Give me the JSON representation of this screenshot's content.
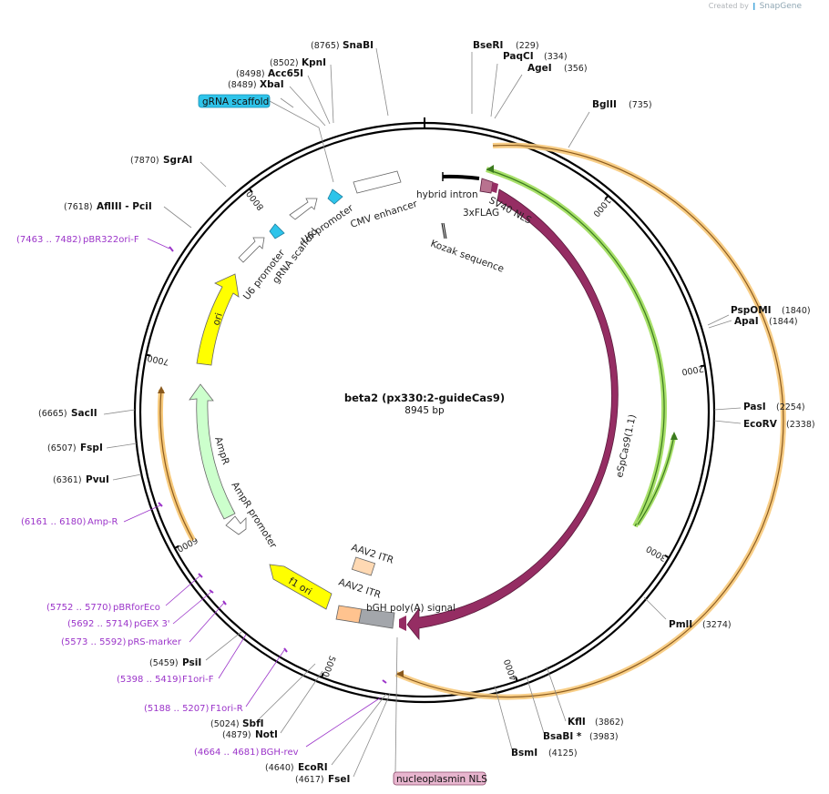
{
  "branding": {
    "prefix": "Created by",
    "name": "SnapGene"
  },
  "plasmid": {
    "name": "beta2 (px330:2-guideCas9)",
    "length": 8945,
    "size_label": "8945 bp"
  },
  "ticks": [
    {
      "bp": 1000,
      "label": "1000"
    },
    {
      "bp": 2000,
      "label": "2000"
    },
    {
      "bp": 3000,
      "label": "3000"
    },
    {
      "bp": 4000,
      "label": "4000"
    },
    {
      "bp": 5000,
      "label": "5000"
    },
    {
      "bp": 6000,
      "label": "6000"
    },
    {
      "bp": 7000,
      "label": "7000"
    },
    {
      "bp": 8000,
      "label": "8000"
    }
  ],
  "sites": [
    {
      "name": "SnaBI",
      "pos": "(8765)"
    },
    {
      "name": "KpnI",
      "pos": "(8502)"
    },
    {
      "name": "Acc65I",
      "pos": "(8498)"
    },
    {
      "name": "XbaI",
      "pos": "(8489)"
    },
    {
      "name": "SgrAI",
      "pos": "(7870)"
    },
    {
      "name": "AflIII  - PciI",
      "pos": "(7618)"
    },
    {
      "name": "SacII",
      "pos": "(6665)"
    },
    {
      "name": "FspI",
      "pos": "(6507)"
    },
    {
      "name": "PvuI",
      "pos": "(6361)"
    },
    {
      "name": "PsiI",
      "pos": "(5459)"
    },
    {
      "name": "SbfI",
      "pos": "(5024)"
    },
    {
      "name": "NotI",
      "pos": "(4879)"
    },
    {
      "name": "EcoRI",
      "pos": "(4640)"
    },
    {
      "name": "FseI",
      "pos": "(4617)"
    },
    {
      "name": "BseRI",
      "pos": "(229)"
    },
    {
      "name": "PaqCI",
      "pos": "(334)"
    },
    {
      "name": "AgeI",
      "pos": "(356)"
    },
    {
      "name": "BglII",
      "pos": "(735)"
    },
    {
      "name": "PspOMI",
      "pos": "(1840)"
    },
    {
      "name": "ApaI",
      "pos": "(1844)"
    },
    {
      "name": "PasI",
      "pos": "(2254)"
    },
    {
      "name": "EcoRV",
      "pos": "(2338)"
    },
    {
      "name": "PmlI",
      "pos": "(3274)"
    },
    {
      "name": "KflI",
      "pos": "(3862)"
    },
    {
      "name": "BsaBI *",
      "pos": "(3983)"
    },
    {
      "name": "BsmI",
      "pos": "(4125)"
    }
  ],
  "primers": [
    {
      "range": "(7463 .. 7482)",
      "name": "pBR322ori-F"
    },
    {
      "range": "(6161 .. 6180)",
      "name": "Amp-R"
    },
    {
      "range": "(5752 .. 5770)",
      "name": "pBRforEco"
    },
    {
      "range": "(5692 .. 5714)",
      "name": "pGEX 3'"
    },
    {
      "range": "(5573 .. 5592)",
      "name": "pRS-marker"
    },
    {
      "range": "(5398 .. 5419)",
      "name": "F1ori-F"
    },
    {
      "range": "(5188 .. 5207)",
      "name": "F1ori-R"
    },
    {
      "range": "(4664 .. 4681)",
      "name": "BGH-rev"
    }
  ],
  "boxed_features": [
    {
      "label": "gRNA scaffold",
      "color": "#2ec4ea"
    },
    {
      "label": "nucleoplasmin NLS",
      "color": "#e8b6cf"
    }
  ],
  "features": [
    {
      "label": "eSpCas9(1.1)",
      "color": "#952d63"
    },
    {
      "label": "ori",
      "color": "#ffff00"
    },
    {
      "label": "AmpR",
      "color": "#ccffcc"
    },
    {
      "label": "AmpR promoter",
      "color": "#ffffff"
    },
    {
      "label": "f1 ori",
      "color": "#ffff00"
    },
    {
      "label": "AAV2 ITR",
      "color": "#ffd9b3"
    },
    {
      "label": "AAV2 ITR",
      "color": "#ffc38f"
    },
    {
      "label": "bGH poly(A) signal",
      "color": "#a3a6ab"
    },
    {
      "label": "U6 promoter",
      "color": "#ffffff"
    },
    {
      "label": "gRNA scaffold",
      "color": "#2ec4ea"
    },
    {
      "label": "U6 promoter",
      "color": "#ffffff"
    },
    {
      "label": "CMV enhancer",
      "color": "#ffffff"
    },
    {
      "label": "hybrid intron",
      "color": "#000000"
    },
    {
      "label": "SV40 NLS",
      "color": "#b8728f"
    },
    {
      "label": "3xFLAG",
      "color": "#952d63"
    },
    {
      "label": "Kozak sequence",
      "color": "#000000"
    }
  ],
  "colors": {
    "cds": "#952d63",
    "primer": "#9b34c9",
    "orf_glow": "#f7c97a",
    "green_glow": "#a8e06a"
  }
}
